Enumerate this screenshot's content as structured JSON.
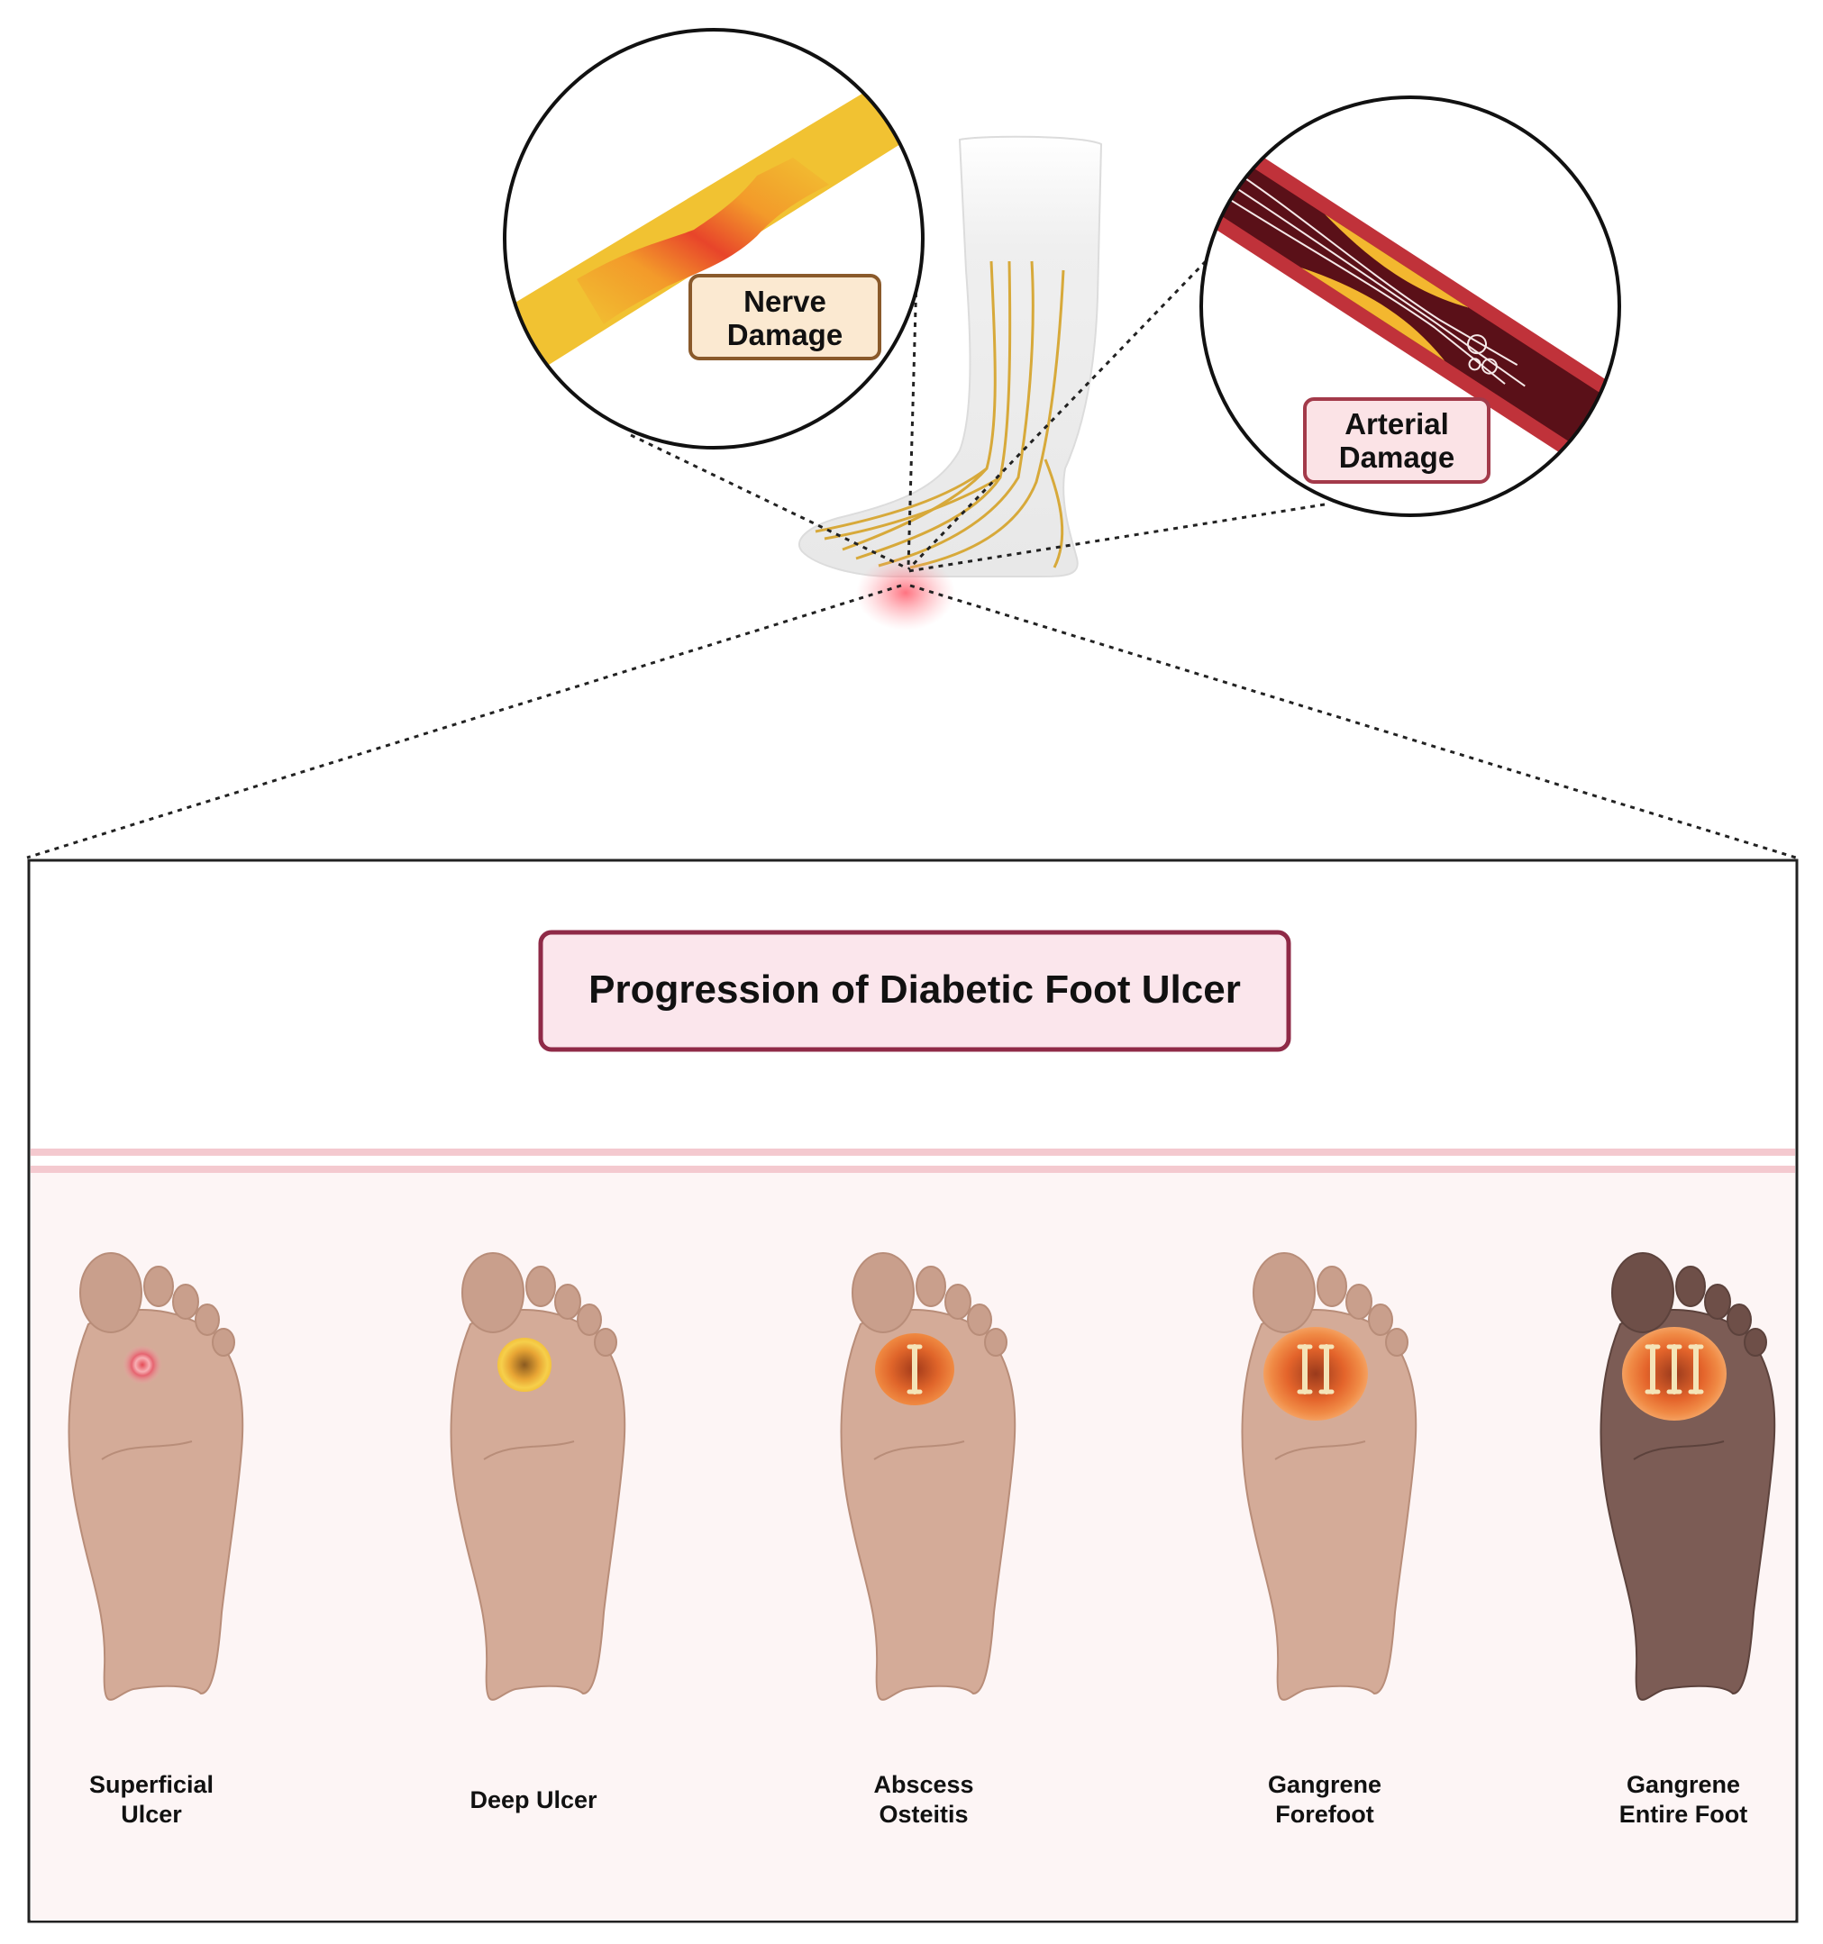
{
  "title": "Progression of Diabetic Foot Ulcer",
  "callouts": {
    "nerve": {
      "line1": "Nerve",
      "line2": "Damage"
    },
    "arterial": {
      "line1": "Arterial",
      "line2": "Damage"
    }
  },
  "stages": [
    {
      "line1": "Superficial",
      "line2": "Ulcer",
      "bones": 0,
      "lesion": "superficial"
    },
    {
      "line1": "Deep Ulcer",
      "line2": "",
      "bones": 0,
      "lesion": "deep"
    },
    {
      "line1": "Abscess",
      "line2": "Osteitis",
      "bones": 1,
      "lesion": "abscess"
    },
    {
      "line1": "Gangrene",
      "line2": "Forefoot",
      "bones": 2,
      "lesion": "gangrene"
    },
    {
      "line1": "Gangrene",
      "line2": "Entire Foot",
      "bones": 3,
      "lesion": "gangrene-dark"
    }
  ],
  "colors": {
    "nerve": "#f1c232",
    "artery_wall": "#c0323a",
    "artery_lumen": "#5a1018",
    "callout_nerve_fill": "#fbe9d1",
    "callout_nerve_border": "#8a5a2b",
    "callout_arterial_fill": "#fbe3e6",
    "callout_arterial_border": "#a33a4a",
    "title_fill": "#fbe6ec",
    "title_border": "#8f2a47",
    "panel_bg": "#fdf5f5",
    "stripe": "#f4c9cf",
    "foot_skin": "#d4ab98",
    "foot_dark": "#7c5c55"
  }
}
